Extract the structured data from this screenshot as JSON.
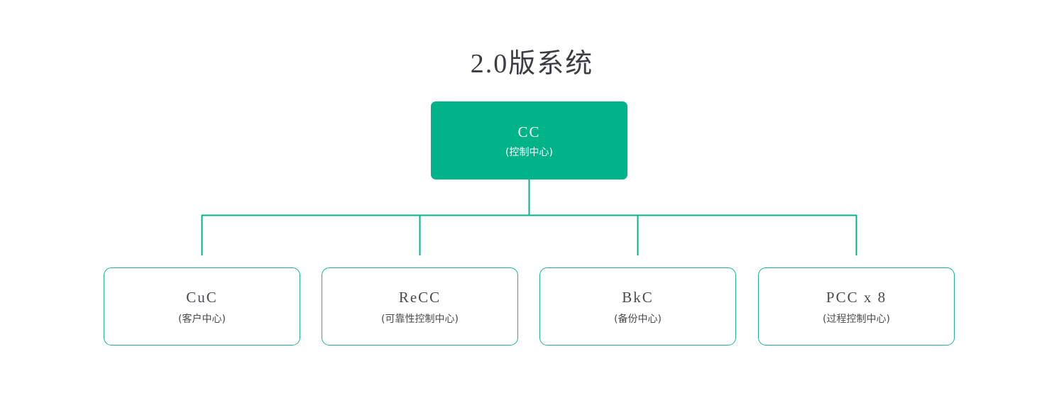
{
  "diagram": {
    "title": "2.0版系统",
    "type": "org-tree",
    "accent_color": "#00b389",
    "border_color": "#1bb394",
    "connector_color": "#00b389",
    "text_color": "#444444",
    "root": {
      "code": "CC",
      "desc": "(控制中心)"
    },
    "children": [
      {
        "code": "CuC",
        "desc": "(客户中心)"
      },
      {
        "code": "ReCC",
        "desc": "(可靠性控制中心)"
      },
      {
        "code": "BkC",
        "desc": "(备份中心)"
      },
      {
        "code": "PCC x 8",
        "desc": "(过程控制中心)"
      }
    ]
  }
}
